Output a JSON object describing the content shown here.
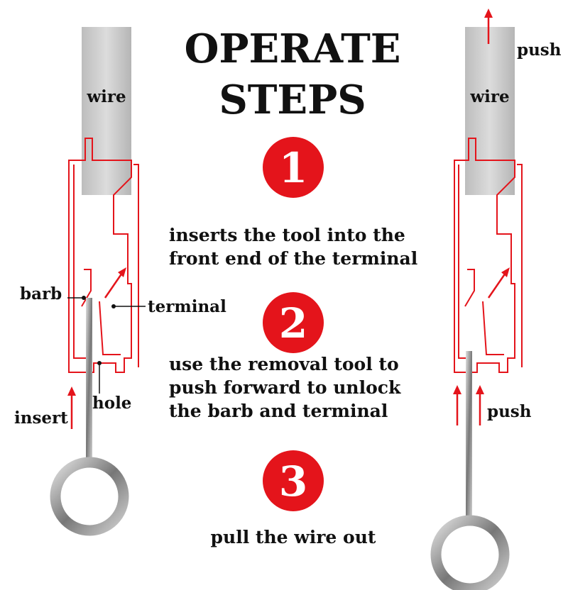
{
  "title_line1": "OPERATE",
  "title_line2": "STEPS",
  "steps": [
    {
      "number": "1",
      "lines": [
        "inserts the tool into the",
        "front end of the terminal"
      ]
    },
    {
      "number": "2",
      "lines": [
        "use the removal tool to",
        "push forward to unlock",
        "the barb and terminal"
      ]
    },
    {
      "number": "3",
      "lines": [
        "pull the wire out"
      ]
    }
  ],
  "left_diagram": {
    "wire": "wire",
    "barb": "barb",
    "terminal": "terminal",
    "hole": "hole",
    "insert": "insert"
  },
  "right_diagram": {
    "wire": "wire",
    "push_top": "push",
    "push_bottom": "push"
  },
  "colors": {
    "accent": "#e4141b",
    "wire": "#cfcfcf",
    "tool": "#8a8a8a"
  }
}
